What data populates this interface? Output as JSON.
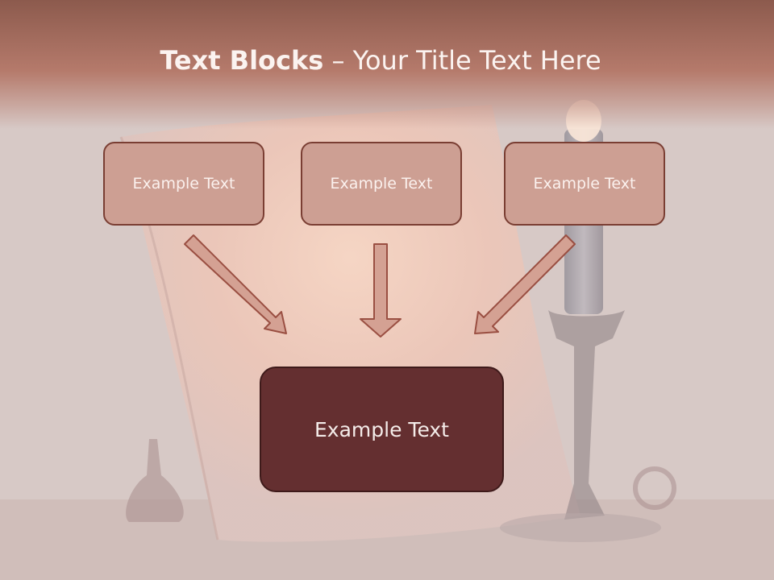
{
  "slide": {
    "title_bold": "Text Blocks",
    "title_rest": " – Your Title Text Here"
  },
  "diagram": {
    "top_blocks": [
      "Example Text",
      "Example Text",
      "Example Text"
    ],
    "result_block": "Example Text"
  },
  "colors": {
    "title_band": "#b57a6b",
    "block_fill": "#cd9f93",
    "block_border": "#7a3e33",
    "arrow_fill": "#d4a193",
    "result_fill": "#642f30",
    "background": "#d8cac7"
  }
}
